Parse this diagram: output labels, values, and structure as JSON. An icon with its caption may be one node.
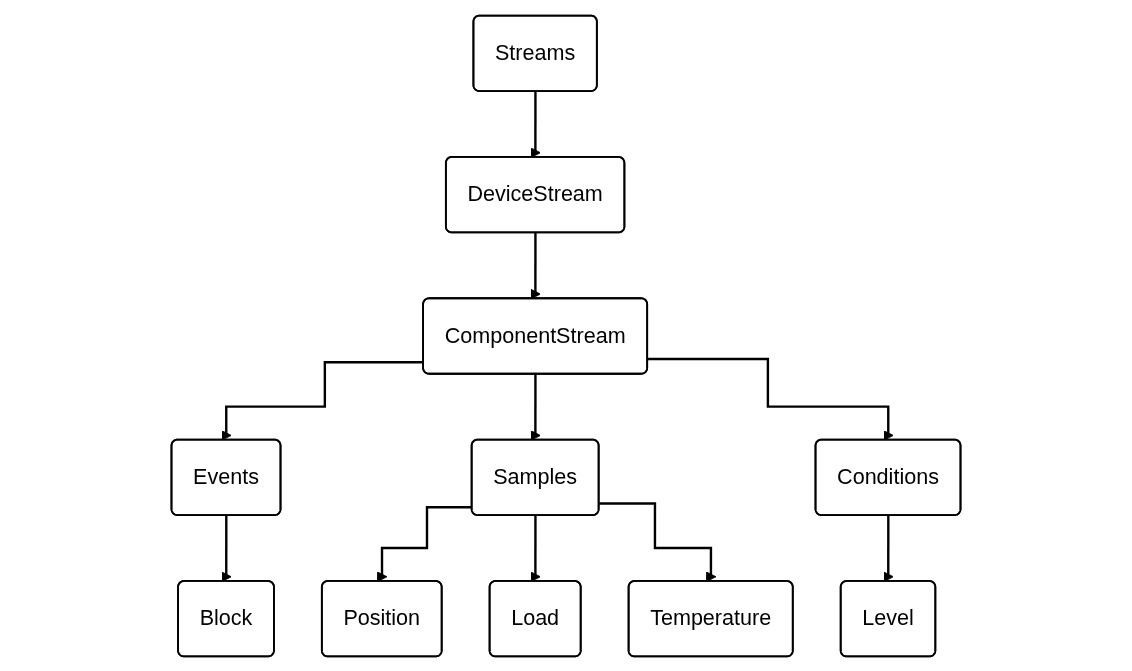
{
  "diagram": {
    "nodes": [
      {
        "text": [
          "Streams"
        ]
      },
      {
        "text": [
          "DeviceStream"
        ]
      },
      {
        "text": [
          "ComponentStream"
        ]
      },
      {
        "text": [
          "Events"
        ]
      },
      {
        "text": [
          "Samples"
        ]
      },
      {
        "text": [
          "Conditions"
        ]
      },
      {
        "text": [
          "Block"
        ]
      },
      {
        "text": [
          "Position"
        ]
      },
      {
        "text": [
          "Load"
        ]
      },
      {
        "text": [
          "Temperature"
        ]
      },
      {
        "text": [
          "Level"
        ]
      }
    ],
    "edges": [
      {
        "from": 0,
        "to": 1,
        "arrow": "to"
      },
      {
        "from": 1,
        "to": 2,
        "arrow": "to"
      },
      {
        "from": 2,
        "to": 3,
        "arrow": "to"
      },
      {
        "from": 2,
        "to": 4,
        "arrow": "to"
      },
      {
        "from": 2,
        "to": 5,
        "arrow": "to"
      },
      {
        "from": 3,
        "to": 6,
        "arrow": "to"
      },
      {
        "from": 4,
        "to": 7,
        "arrow": "to"
      },
      {
        "from": 4,
        "to": 8,
        "arrow": "to"
      },
      {
        "from": 4,
        "to": 9,
        "arrow": "to"
      },
      {
        "from": 5,
        "to": 10,
        "arrow": "to"
      }
    ]
  }
}
